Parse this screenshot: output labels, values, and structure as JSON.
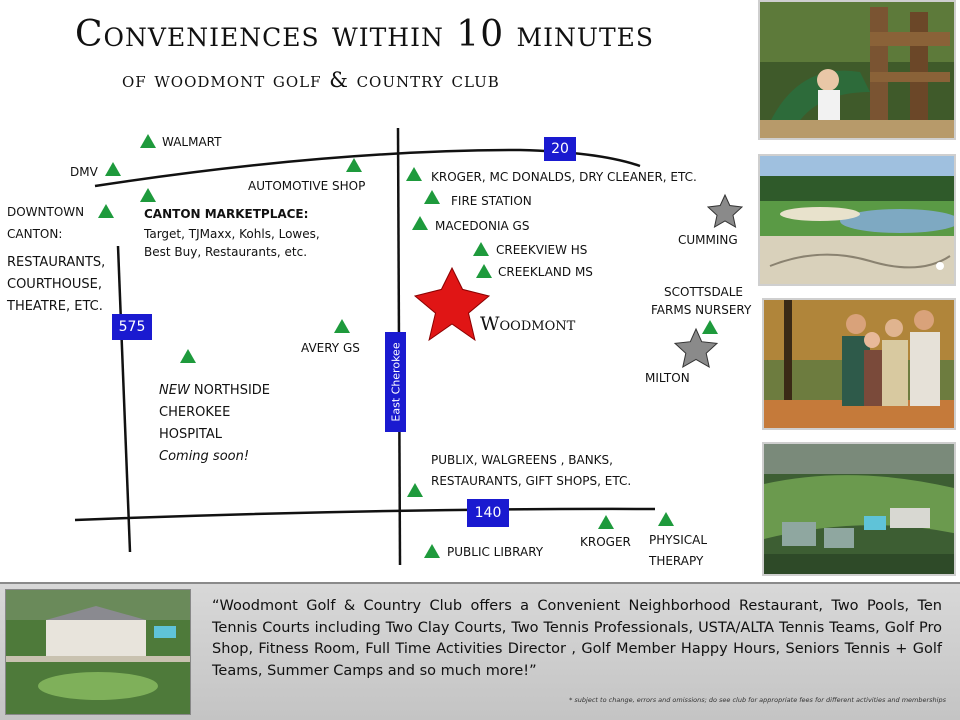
{
  "title": {
    "line1": "Conveniences within 10 minutes",
    "line2": "of woodmont golf & country club"
  },
  "routes": {
    "r20": "20",
    "r575": "575",
    "r140": "140",
    "east_cherokee": "East Cherokee"
  },
  "places": {
    "walmart": "WALMART",
    "dmv": "DMV",
    "automotive": "AUTOMOTIVE  SHOP",
    "downtown1": "DOWNTOWN",
    "downtown2": "CANTON:",
    "restaurants1": "RESTAURANTS,",
    "restaurants2": "COURTHOUSE,",
    "restaurants3": "THEATRE, ETC.",
    "canton_title": "CANTON MARKETPLACE:",
    "canton1": "Target, TJMaxx, Kohls, Lowes,",
    "canton2": "Best Buy, Restaurants, etc.",
    "kroger_top": "KROGER, MC DONALDS, DRY CLEANER, ETC.",
    "fire": "FIRE STATION",
    "macedonia": "MACEDONIA GS",
    "creekview": "CREEKVIEW HS",
    "creekland": "CREEKLAND MS",
    "woodmont": "Woodmont",
    "avery": "AVERY GS",
    "hospital_new": "NEW",
    "hospital1": " NORTHSIDE",
    "hospital2": "CHEROKEE",
    "hospital3": "HOSPITAL",
    "hospital4": "Coming soon!",
    "cumming": "CUMMING",
    "scottsdale1": "SCOTTSDALE",
    "scottsdale2": "FARMS NURSERY",
    "milton": "MILTON",
    "publix1": "PUBLIX, WALGREENS , BANKS,",
    "publix2": "RESTAURANTS, GIFT SHOPS, ETC.",
    "library": "PUBLIC LIBRARY",
    "kroger_bottom": "KROGER",
    "physical1": "PHYSICAL",
    "physical2": "THERAPY"
  },
  "banner": {
    "quote": "“Woodmont Golf & Country Club offers a Convenient Neighborhood Restaurant, Two Pools, Ten Tennis Courts including  Two Clay Courts, Two Tennis Professionals, USTA/ALTA Tennis Teams, Golf Pro Shop, Fitness Room, Full Time Activities Director , Golf Member Happy Hours, Seniors Tennis + Golf Teams, Summer Camps and so much more!”",
    "disclaimer": "* subject to change, errors and omissions; do see club for appropriate fees for different activities and memberships"
  },
  "colors": {
    "marker": "#1e9a3c",
    "woodmont_star": "#e01515",
    "city_star": "#8a8a8a",
    "shield": "#1a1ad0",
    "road": "#111111"
  }
}
